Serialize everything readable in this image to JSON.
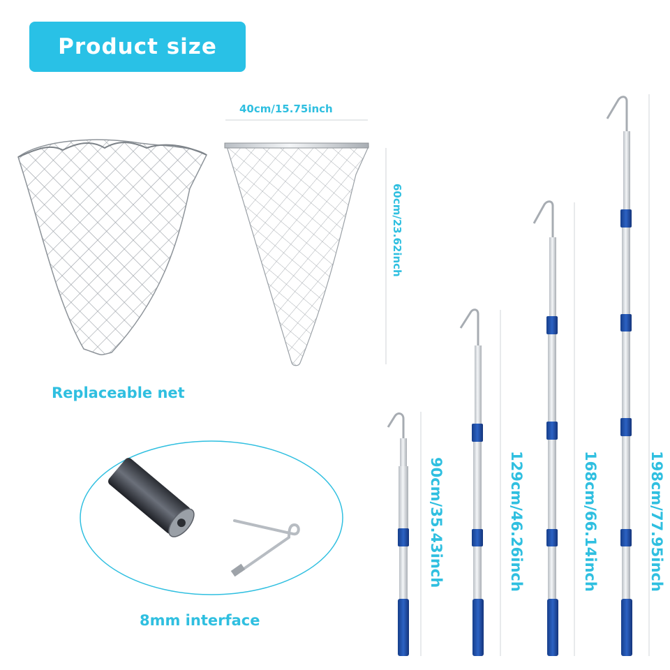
{
  "header": {
    "title": "Product size"
  },
  "net": {
    "caption": "Replaceable net",
    "width_label": "40cm/15.75inch",
    "height_label": "60cm/23.62inch"
  },
  "interface": {
    "caption": "8mm interface"
  },
  "poles": [
    {
      "label": "90cm/35.43inch"
    },
    {
      "label": "129cm/46.26inch"
    },
    {
      "label": "168cm/66.14inch"
    },
    {
      "label": "198cm/77.95inch"
    }
  ],
  "colors": {
    "accent": "#29c1e6",
    "caption": "#2fbfe0",
    "pole_blue": "#1f4fa8",
    "pole_silver": "#d6dade"
  }
}
